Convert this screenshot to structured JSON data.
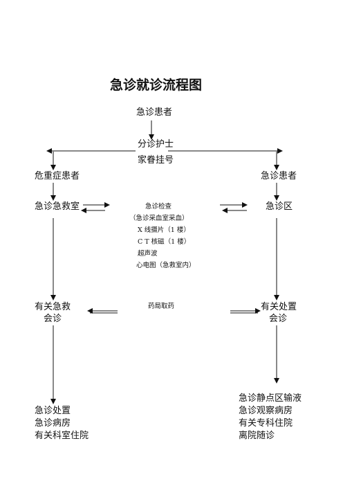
{
  "title": "急诊就诊流程图",
  "nodes": {
    "patient": "急诊患者",
    "triage_nurse": "分诊护士",
    "registration": "家眷挂号",
    "critical_patient": "危重症患者",
    "emergency_patient_right": "急诊患者",
    "rescue_room": "急诊急救室",
    "emergency_area": "急诊区",
    "exam": {
      "title": "急诊检查",
      "items": [
        "（急诊采血室采血）",
        "X 线摄片（1 楼）",
        "C T 核磁（1 楼）",
        "超声波",
        "心电图（急救室内）"
      ]
    },
    "rescue_consult_line1": "有关急救",
    "rescue_consult_line2": "会诊",
    "pharmacy": "药局取药",
    "disposal_consult_line1": "有关处置",
    "disposal_consult_line2": "会诊",
    "left_outcomes": [
      "急诊处置",
      "急诊病房",
      "有关科室住院"
    ],
    "right_outcomes": [
      "急诊静点区输液",
      "急诊观察病房",
      "有关专科住院",
      "离院随诊"
    ]
  }
}
